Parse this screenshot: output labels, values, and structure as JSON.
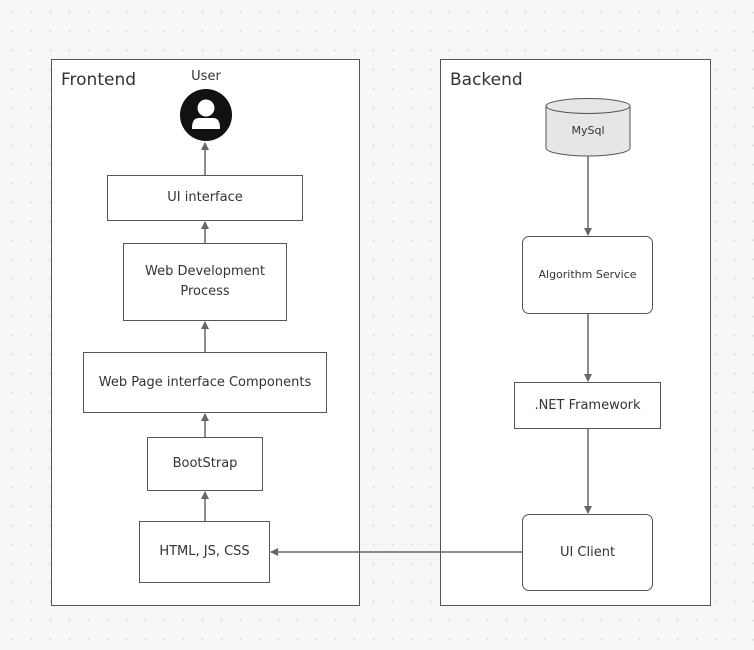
{
  "panels": {
    "frontend": {
      "title": "Frontend"
    },
    "backend": {
      "title": "Backend"
    }
  },
  "frontend": {
    "user": {
      "label": "User",
      "icon": "user-avatar-icon"
    },
    "ui_interface": "UI interface",
    "web_dev_process": "Web Development Process",
    "web_page_components": "Web Page interface Components",
    "bootstrap": "BootStrap",
    "html_js_css": "HTML, JS, CSS"
  },
  "backend": {
    "mysql": "MySql",
    "algorithm_service": "Algorithm Service",
    "net_framework": ".NET Framework",
    "ui_client": "UI Client"
  },
  "colors": {
    "stroke": "#555555",
    "arrow": "#666666",
    "db_fill": "#e6e6e6",
    "canvas_bg": "#f7f7f7"
  }
}
